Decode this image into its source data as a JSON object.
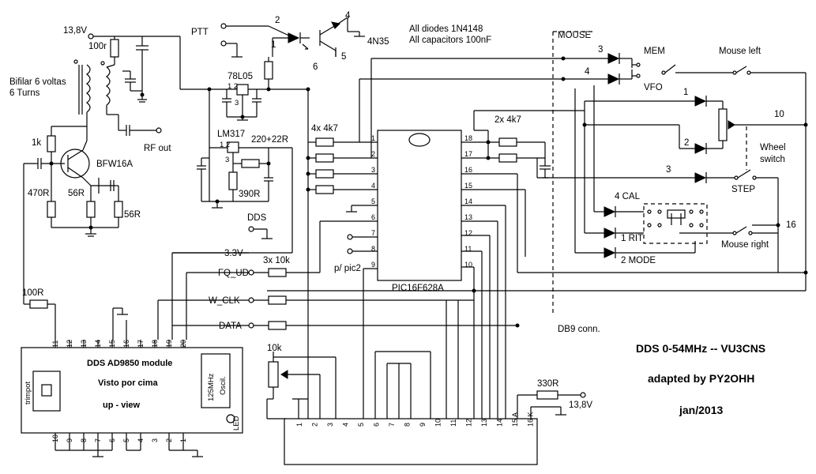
{
  "labels": {
    "v13_top": "13,8V",
    "r100": "100r",
    "bifilar": "Bifilar 6 voltas",
    "turns": "6 Turns",
    "r1k": "1k",
    "bfw": "BFW16A",
    "r470": "470R",
    "r56a": "56R",
    "r56b": "56R",
    "rfout": "RF out",
    "ptt": "PTT",
    "opto": "4N35",
    "diodes_note": "All diodes 1N4148",
    "caps_note": "All capacitors 100nF",
    "reg7805": "78L05",
    "lm317": "LM317",
    "r220": "220+22R",
    "r390": "390R",
    "r4x4k7": "4x 4k7",
    "r2x4k7": "2x 4k7",
    "dds": "DDS",
    "v33": "3.3V",
    "fqud": "FQ_UD",
    "wclk": "W_CLK",
    "data": "DATA",
    "r3x10k": "3x 10k",
    "ppic2": "p/ pic2",
    "pic": "PIC16F628A",
    "r100R": "100R",
    "mouse": "MOUSE",
    "mem": "MEM",
    "vfo": "VFO",
    "mouse_left": "Mouse left",
    "wheel": "Wheel",
    "wheel2": "switch",
    "step": "STEP",
    "cal": "4 CAL",
    "rit": "1 RIT",
    "mode": "2 MODE",
    "mouse_right": "Mouse right",
    "db9": "DB9 conn.",
    "title": "DDS 0-54MHz -- VU3CNS",
    "adapted": "adapted by PY2OHH",
    "date": "jan/2013",
    "module1": "DDS AD9850 module",
    "module2": "Visto por cima",
    "module3": "up - view",
    "trimpot": "trimpot",
    "osc1": "125MHz",
    "osc2": "Oscil.",
    "led": "LED",
    "r10k": "10k",
    "r330": "330R",
    "v13_lcd": "13,8V",
    "n2": "2",
    "n1": "1",
    "n4": "4",
    "n6": "6",
    "n5": "5",
    "n3": "3",
    "n4b": "4",
    "n1b": "1",
    "n2b": "2",
    "n3b": "3",
    "n10": "10",
    "n16": "16",
    "reg_pins": "1    2",
    "reg3": "3",
    "lm_pins": "1    2",
    "lm3": "3"
  },
  "pic_left_pins": [
    "1",
    "2",
    "3",
    "4",
    "5",
    "6",
    "7",
    "8",
    "9"
  ],
  "pic_right_pins": [
    "18",
    "17",
    "16",
    "15",
    "14",
    "13",
    "12",
    "11",
    "10"
  ],
  "module_top_pins": [
    "11",
    "12",
    "13",
    "14",
    "15",
    "16",
    "17",
    "18",
    "19",
    "20"
  ],
  "module_bottom_pins": [
    "10",
    "9",
    "8",
    "7",
    "6",
    "5",
    "4",
    "3",
    "2",
    "1"
  ],
  "lcd_pins": [
    "1",
    "2",
    "3",
    "4",
    "5",
    "6",
    "7",
    "8",
    "9",
    "10",
    "11",
    "12",
    "13",
    "14",
    "15 A",
    "16 K"
  ]
}
